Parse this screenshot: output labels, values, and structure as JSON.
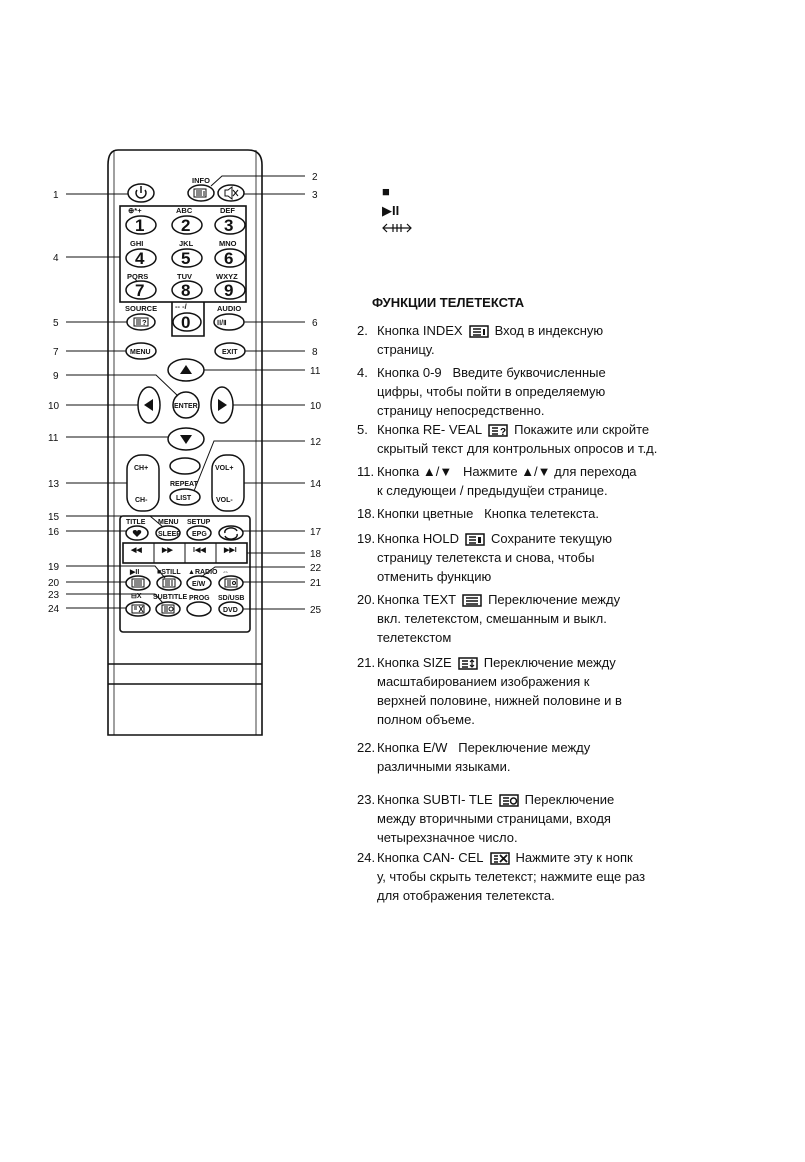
{
  "remote": {
    "labels": {
      "info": "INFO",
      "abc": "ABC",
      "def": "DEF",
      "ghi": "GHI",
      "jkl": "JKL",
      "mno": "MNO",
      "pqrs": "PQRS",
      "tuv": "TUV",
      "wxyz": "WXYZ",
      "source": "SOURCE",
      "dash": "-- -/",
      "audio": "AUDIO",
      "title": "TITLE",
      "menu_small": "MENU",
      "setup": "SETUP",
      "still": "STILL",
      "radio": "RADIO",
      "subtitle": "SUBTITLE",
      "prog": "PROG",
      "sdusb": "SD/USB"
    },
    "buttons": {
      "d1": "1",
      "d2": "2",
      "d3": "3",
      "d4": "4",
      "d5": "5",
      "d6": "6",
      "d7": "7",
      "d8": "8",
      "d9": "9",
      "d0": "0",
      "audio": "ⅠⅠ/Ⅱ",
      "menu": "MENU",
      "exit": "EXIT",
      "enter": "ENTER",
      "chplus": "CH+",
      "chminus": "CH-",
      "volplus": "VOL+",
      "volminus": "VOL-",
      "repeat": "REPEAT",
      "list": "LIST",
      "sleep": "SLEEP",
      "epg": "EPG",
      "ew": "E/W",
      "dvd": "DVD"
    },
    "callouts": {
      "c1": "1",
      "c2": "2",
      "c3": "3",
      "c4": "4",
      "c5": "5",
      "c6": "6",
      "c7": "7",
      "c8": "8",
      "c9": "9",
      "c10a": "10",
      "c10b": "10",
      "c11a": "11",
      "c11b": "11",
      "c12": "12",
      "c13": "13",
      "c14": "14",
      "c15": "15",
      "c16": "16",
      "c17": "17",
      "c18": "18",
      "c19": "19",
      "c20": "20",
      "c21": "21",
      "c22": "22",
      "c23": "23",
      "c24": "24",
      "c25": "25"
    }
  },
  "legend": {
    "stop": "■",
    "playpause": "▶II",
    "zoom_icon": "size-arrows-icon"
  },
  "teletext": {
    "title": "ФУНКЦИИ ТЕЛЕТЕКСТА",
    "entries": [
      {
        "num": "2.",
        "label": "Кнопка INDEX",
        "icon": "index-icon",
        "desc": "Вход в индексную",
        "cont": [
          "страницу."
        ]
      },
      {
        "num": "4.",
        "label": "Кнопка 0-9",
        "desc": "Введите буквочисленные",
        "cont": [
          "цифры, чтобы пойти в определяемую",
          "страницу непосредственно."
        ]
      },
      {
        "num": "5.",
        "label": "Кнопка RE- VEAL",
        "icon": "reveal-icon",
        "desc": "Покажите или скройте",
        "cont": [
          "скрытый текст для контрольных опросов и т.д."
        ]
      },
      {
        "num": "11.",
        "label": "Кнопка ▲/▼",
        "desc": "Нажмите ▲/▼ для перехода",
        "cont": [
          "к следующеи / предыдущ̆еи странице."
        ]
      },
      {
        "num": "18.",
        "label": "Кнопки цветные",
        "desc": "Кнопка телетекста.",
        "cont": []
      },
      {
        "num": "19.",
        "label": "Кнопка HOLD",
        "icon": "hold-icon",
        "desc": "Сохраните текущую",
        "cont": [
          "страницу телетекста и снова, чтобы",
          "отменить функцию"
        ]
      },
      {
        "num": "20.",
        "label": "Кнопка TEXT",
        "icon": "text-icon",
        "desc": "Переключение между",
        "cont": [
          "вкл. телетекстом, смешанным и выкл.",
          "телетекстом"
        ]
      },
      {
        "num": "21.",
        "label": "Кнопка SIZE",
        "icon": "size-icon",
        "desc": "Переключение между",
        "cont": [
          "масштабированием изображения к",
          "верхней половине, нижней половине и в",
          "полном объеме."
        ]
      },
      {
        "num": "22.",
        "label": "Кнопка E/W",
        "desc": "Переключение между",
        "cont": [
          "различными языками."
        ]
      },
      {
        "num": "23.",
        "label": "Кнопка SUBTI- TLE",
        "icon": "subtitle-icon",
        "desc": "Переключение",
        "cont": [
          "между вторичными страницами, входя",
          "четырехзначное число."
        ]
      },
      {
        "num": "24.",
        "label": "Кнопка CAN- CEL",
        "icon": "cancel-icon",
        "desc": "Нажмите эту к нопк",
        "cont": [
          "у, чтобы скрыть телетекст; нажмите еще раз",
          "для отображения телетекста."
        ]
      }
    ]
  }
}
